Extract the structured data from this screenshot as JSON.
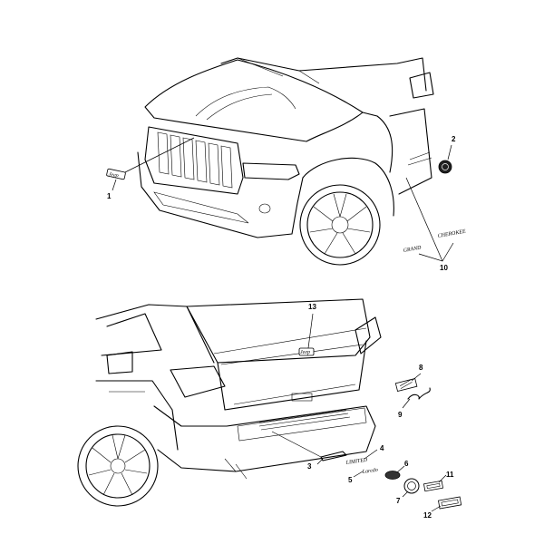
{
  "figure": {
    "callouts": {
      "c1": "1",
      "c2": "2",
      "c3": "3",
      "c4": "4",
      "c5": "5",
      "c6": "6",
      "c7": "7",
      "c8": "8",
      "c9": "9",
      "c10": "10",
      "c11": "11",
      "c12": "12",
      "c13": "13"
    },
    "badges": {
      "jeep_front": "Jeep",
      "grand": "GRAND",
      "cherokee": "CHEROKEE",
      "jeep_rear": "Jeep",
      "limited": "LIMITED",
      "laredo": "Laredo"
    }
  }
}
